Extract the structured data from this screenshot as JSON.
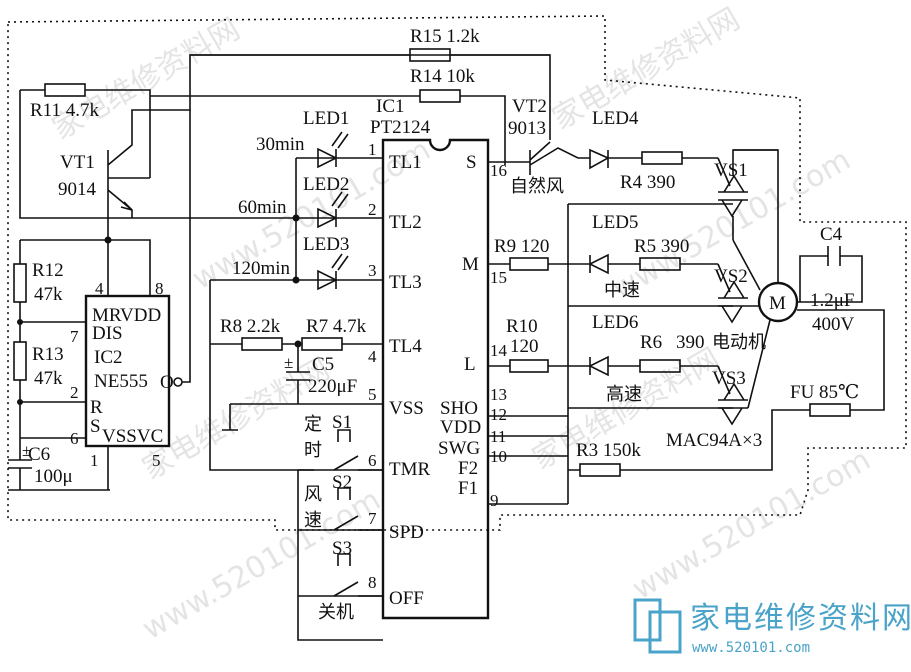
{
  "watermarks": {
    "site_cn": "家电维修资料网",
    "site_url": "www.520101.com",
    "logo_cn": "家电维修资料网",
    "logo_url": "www.520101.com"
  },
  "ic1": {
    "name": "IC1",
    "part": "PT2124",
    "left_pins": [
      {
        "num": "1",
        "label": "TL1"
      },
      {
        "num": "2",
        "label": "TL2"
      },
      {
        "num": "3",
        "label": "TL3"
      },
      {
        "num": "4",
        "label": "TL4"
      },
      {
        "num": "5",
        "label": "VSS"
      },
      {
        "num": "6",
        "label": "TMR"
      },
      {
        "num": "7",
        "label": "SPD"
      },
      {
        "num": "8",
        "label": "OFF"
      }
    ],
    "right_pins": [
      {
        "num": "16",
        "label": "S"
      },
      {
        "num": "15",
        "label": "M"
      },
      {
        "num": "14",
        "label": "L"
      },
      {
        "num": "13",
        "label": "SHO"
      },
      {
        "num": "12",
        "label": "VDD"
      },
      {
        "num": "11",
        "label": "SWG"
      },
      {
        "num": "10",
        "label": "F2"
      },
      {
        "num": "9",
        "label": "F1"
      }
    ]
  },
  "ic2": {
    "name": "IC2",
    "part": "NE555",
    "pin_labels": [
      "MRVDD",
      "DIS",
      "R",
      "S",
      "VSSVC",
      "O"
    ],
    "pin_nums": [
      "4",
      "8",
      "7",
      "2",
      "6",
      "1",
      "5"
    ]
  },
  "resistors": {
    "r15": "R15 1.2k",
    "r14": "R14 10k",
    "r11": "R11 4.7k",
    "r12_name": "R12",
    "r12_val": "47k",
    "r13_name": "R13",
    "r13_val": "47k",
    "r8": "R8  2.2k",
    "r7": "R7 4.7k",
    "r9": "R9 120",
    "r10_name": "R10",
    "r10_val": "120",
    "r4": "R4 390",
    "r5": "R5 390",
    "r6": "R6",
    "r6_val": "390",
    "r3": "R3 150k"
  },
  "capacitors": {
    "c5_name": "C5",
    "c5_val": "220μF",
    "c6_name": "C6",
    "c6_val": "100μ",
    "c4_name": "C4",
    "c4_val": "1.2μF",
    "c4_volt": "400V"
  },
  "transistors": {
    "vt1_name": "VT1",
    "vt1_part": "9014",
    "vt2_name": "VT2",
    "vt2_part": "9013"
  },
  "leds": {
    "led1": "LED1",
    "led2": "LED2",
    "led3": "LED3",
    "led4": "LED4",
    "led5": "LED5",
    "led6": "LED6"
  },
  "timer_labels": {
    "t30": "30min",
    "t60": "60min",
    "t120": "120min"
  },
  "triacs": {
    "vs1": "VS1",
    "vs2": "VS2",
    "vs3": "VS3",
    "part": "MAC94A×3"
  },
  "motor": {
    "symbol": "M",
    "label": "电动机"
  },
  "fuse": "FU 85℃",
  "modes": {
    "natural": "自然风",
    "medium": "中速",
    "high": "高速"
  },
  "switches": {
    "s1": "S1",
    "s2": "S2",
    "s3": "S3",
    "s1_label_a": "定",
    "s1_label_b": "时",
    "s2_label_a": "风",
    "s2_label_b": "速",
    "s3_label": "关机"
  }
}
